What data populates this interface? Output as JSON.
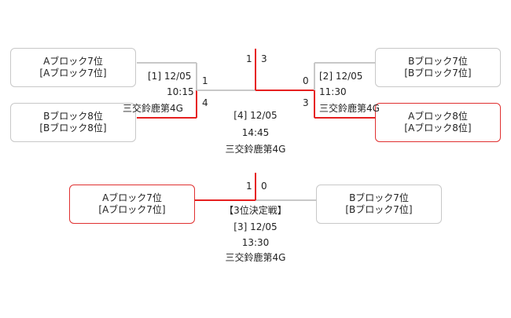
{
  "colors": {
    "winner": "#e62020",
    "loser": "#c8c8c8",
    "text": "#222222",
    "border": "#c8c8c8"
  },
  "semifinals": [
    {
      "match": "[1] 12/05",
      "time": "10:15",
      "venue": "三交鈴鹿第4G",
      "team_top": {
        "name": "Aブロック7位",
        "sub": "[Aブロック7位]",
        "score": "1"
      },
      "team_bottom": {
        "name": "Bブロック8位",
        "sub": "[Bブロック8位]",
        "score": "4"
      }
    },
    {
      "match": "[2] 12/05",
      "time": "11:30",
      "venue": "三交鈴鹿第4G",
      "team_top": {
        "name": "Bブロック7位",
        "sub": "[Bブロック7位]",
        "score": "0"
      },
      "team_bottom": {
        "name": "Aブロック8位",
        "sub": "[Aブロック8位]",
        "score": "3"
      }
    }
  ],
  "final": {
    "match": "[4] 12/05",
    "time": "14:45",
    "venue": "三交鈴鹿第4G",
    "score_left": "1",
    "score_right": "3"
  },
  "third_place": {
    "heading": "【3位決定戦】",
    "match": "[3] 12/05",
    "time": "13:30",
    "venue": "三交鈴鹿第4G",
    "team_left": {
      "name": "Aブロック7位",
      "sub": "[Aブロック7位]",
      "score": "1"
    },
    "team_right": {
      "name": "Bブロック7位",
      "sub": "[Bブロック7位]",
      "score": "0"
    }
  }
}
